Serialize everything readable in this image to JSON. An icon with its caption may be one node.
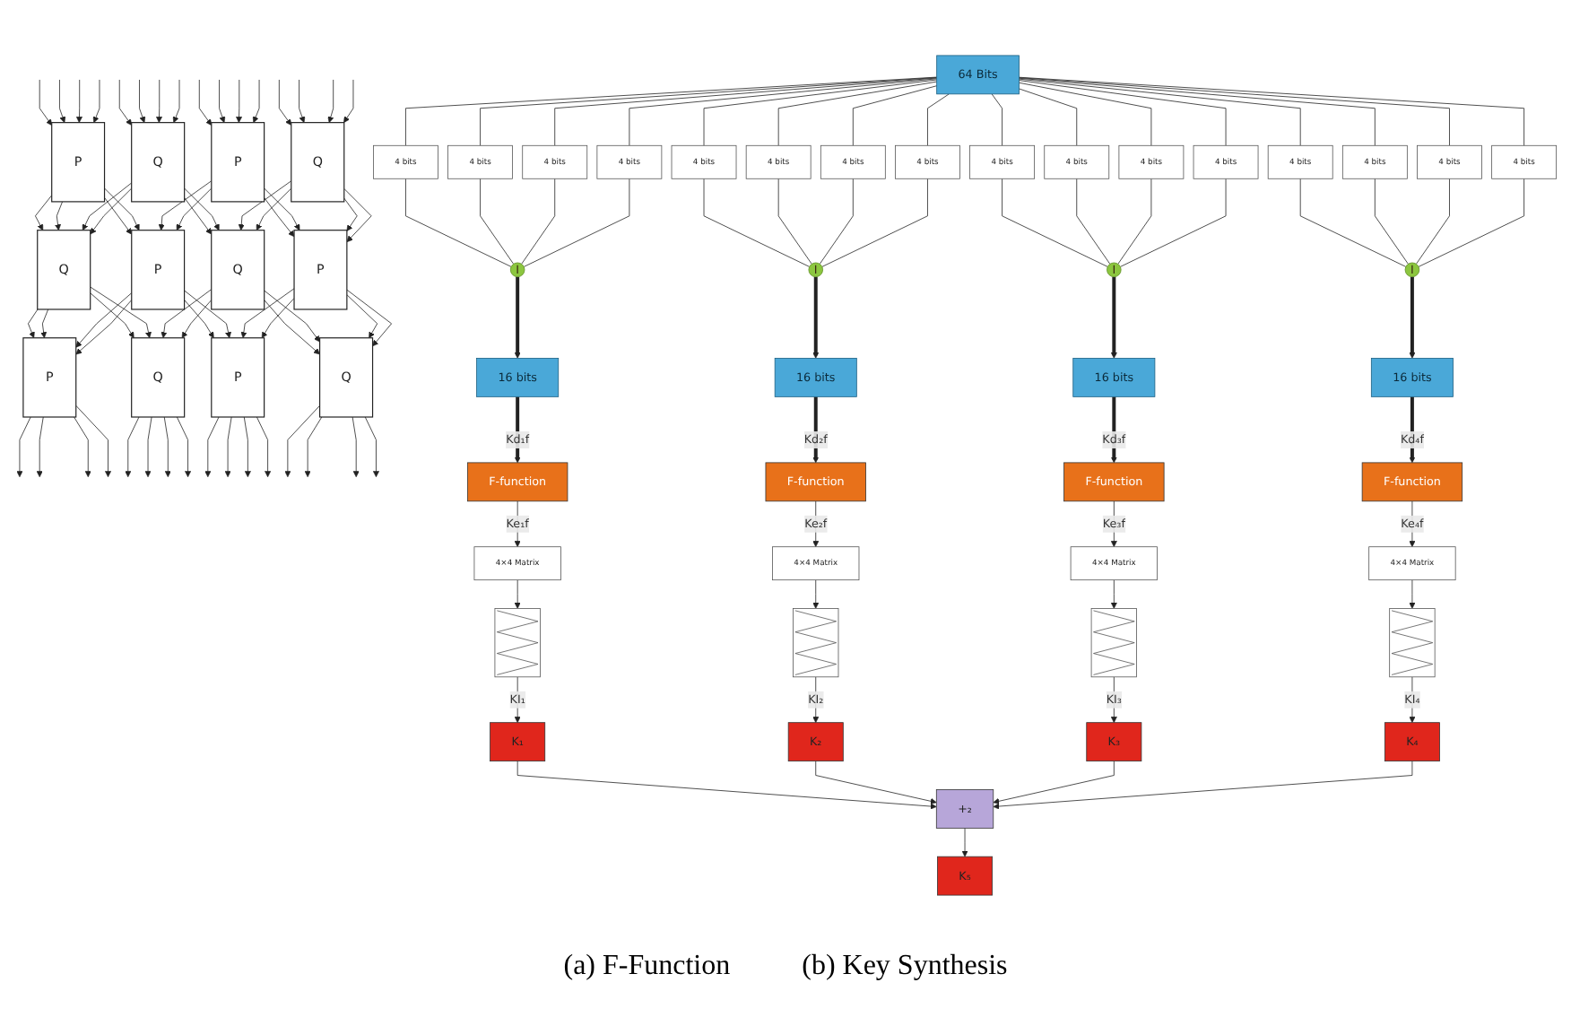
{
  "diagram": {
    "nodes": [
      {
        "text": [
          "P"
        ]
      },
      {
        "text": [
          "Q"
        ]
      },
      {
        "text": [
          "P"
        ]
      },
      {
        "text": [
          "Q"
        ]
      },
      {
        "text": [
          "Q"
        ]
      },
      {
        "text": [
          "P"
        ]
      },
      {
        "text": [
          "Q"
        ]
      },
      {
        "text": [
          "P"
        ]
      },
      {
        "text": [
          "P"
        ]
      },
      {
        "text": [
          "Q"
        ]
      },
      {
        "text": [
          "P"
        ]
      },
      {
        "text": [
          "Q"
        ]
      },
      {
        "text": [
          "64 Bits"
        ]
      },
      {
        "text": [
          "4 bits"
        ]
      },
      {
        "text": [
          "4 bits"
        ]
      },
      {
        "text": [
          "4 bits"
        ]
      },
      {
        "text": [
          "4 bits"
        ]
      },
      {
        "text": [
          "4 bits"
        ]
      },
      {
        "text": [
          "4 bits"
        ]
      },
      {
        "text": [
          "4 bits"
        ]
      },
      {
        "text": [
          "4 bits"
        ]
      },
      {
        "text": [
          "4 bits"
        ]
      },
      {
        "text": [
          "4 bits"
        ]
      },
      {
        "text": [
          "4 bits"
        ]
      },
      {
        "text": [
          "4 bits"
        ]
      },
      {
        "text": [
          "4 bits"
        ]
      },
      {
        "text": [
          "4 bits"
        ]
      },
      {
        "text": [
          "4 bits"
        ]
      },
      {
        "text": [
          "4 bits"
        ]
      },
      {
        "text": [
          "I"
        ]
      },
      {
        "text": [
          "I"
        ]
      },
      {
        "text": [
          "I"
        ]
      },
      {
        "text": [
          "I"
        ]
      },
      {
        "text": [
          "16 bits"
        ]
      },
      {
        "text": [
          "16 bits"
        ]
      },
      {
        "text": [
          "16 bits"
        ]
      },
      {
        "text": [
          "16 bits"
        ]
      },
      {
        "text": [
          "F-function"
        ]
      },
      {
        "text": [
          "F-function"
        ]
      },
      {
        "text": [
          "F-function"
        ]
      },
      {
        "text": [
          "F-function"
        ]
      },
      {
        "text": [
          "4×4 Matrix"
        ]
      },
      {
        "text": [
          "4×4 Matrix"
        ]
      },
      {
        "text": [
          "4×4 Matrix"
        ]
      },
      {
        "text": [
          "4×4 Matrix"
        ]
      },
      {
        "text": [],
        "shape": "picture"
      },
      {
        "text": [],
        "shape": "picture"
      },
      {
        "text": [],
        "shape": "picture"
      },
      {
        "text": [],
        "shape": "picture"
      },
      {
        "text": [
          "K₁"
        ]
      },
      {
        "text": [
          "K₂"
        ]
      },
      {
        "text": [
          "K₃"
        ]
      },
      {
        "text": [
          "K₄"
        ]
      },
      {
        "text": [
          "+₂"
        ]
      },
      {
        "text": [
          "K₅"
        ]
      }
    ],
    "edges": [
      {
        "from": null,
        "to": 0,
        "arrow": "to"
      },
      {
        "from": null,
        "to": 0,
        "arrow": "to"
      },
      {
        "from": null,
        "to": 0,
        "arrow": "to"
      },
      {
        "from": null,
        "to": 0,
        "arrow": "to"
      },
      {
        "from": null,
        "to": 1,
        "arrow": "to"
      },
      {
        "from": null,
        "to": 1,
        "arrow": "to"
      },
      {
        "from": null,
        "to": 1,
        "arrow": "to"
      },
      {
        "from": null,
        "to": 1,
        "arrow": "to"
      },
      {
        "from": null,
        "to": 2,
        "arrow": "to"
      },
      {
        "from": null,
        "to": 2,
        "arrow": "to"
      },
      {
        "from": null,
        "to": 2,
        "arrow": "to"
      },
      {
        "from": null,
        "to": 2,
        "arrow": "to"
      },
      {
        "from": null,
        "to": 3,
        "arrow": "to"
      },
      {
        "from": null,
        "to": 3,
        "arrow": "to"
      },
      {
        "from": null,
        "to": 3,
        "arrow": "to"
      },
      {
        "from": null,
        "to": 3,
        "arrow": "to"
      },
      {
        "from": 0,
        "to": 4,
        "arrow": "to"
      },
      {
        "from": 0,
        "to": 4,
        "arrow": "to"
      },
      {
        "from": 0,
        "to": 5,
        "arrow": "to"
      },
      {
        "from": 0,
        "to": 5,
        "arrow": "to"
      },
      {
        "from": 1,
        "to": 4,
        "arrow": "to"
      },
      {
        "from": 1,
        "to": 4,
        "arrow": "to"
      },
      {
        "from": 1,
        "to": 6,
        "arrow": "to"
      },
      {
        "from": 1,
        "to": 6,
        "arrow": "to"
      },
      {
        "from": 2,
        "to": 5,
        "arrow": "to"
      },
      {
        "from": 2,
        "to": 5,
        "arrow": "to"
      },
      {
        "from": 2,
        "to": 7,
        "arrow": "to"
      },
      {
        "from": 2,
        "to": 7,
        "arrow": "to"
      },
      {
        "from": 3,
        "to": 6,
        "arrow": "to"
      },
      {
        "from": 3,
        "to": 6,
        "arrow": "to"
      },
      {
        "from": 3,
        "to": 7,
        "arrow": "to"
      },
      {
        "from": 3,
        "to": 7,
        "arrow": "to"
      },
      {
        "from": 4,
        "to": 8,
        "arrow": "to"
      },
      {
        "from": 4,
        "to": 8,
        "arrow": "to"
      },
      {
        "from": 4,
        "to": 9,
        "arrow": "to"
      },
      {
        "from": 4,
        "to": 9,
        "arrow": "to"
      },
      {
        "from": 5,
        "to": 8,
        "arrow": "to"
      },
      {
        "from": 5,
        "to": 8,
        "arrow": "to"
      },
      {
        "from": 5,
        "to": 10,
        "arrow": "to"
      },
      {
        "from": 5,
        "to": 10,
        "arrow": "to"
      },
      {
        "from": 6,
        "to": 9,
        "arrow": "to"
      },
      {
        "from": 6,
        "to": 9,
        "arrow": "to"
      },
      {
        "from": 6,
        "to": 11,
        "arrow": "to"
      },
      {
        "from": 6,
        "to": 11,
        "arrow": "to"
      },
      {
        "from": 7,
        "to": 10,
        "arrow": "to"
      },
      {
        "from": 7,
        "to": 10,
        "arrow": "to"
      },
      {
        "from": 7,
        "to": 11,
        "arrow": "to"
      },
      {
        "from": 7,
        "to": 11,
        "arrow": "to"
      },
      {
        "from": 8,
        "to": null,
        "arrow": "to"
      },
      {
        "from": 8,
        "to": null,
        "arrow": "to"
      },
      {
        "from": 8,
        "to": null,
        "arrow": "to"
      },
      {
        "from": 8,
        "to": null,
        "arrow": "to"
      },
      {
        "from": 9,
        "to": null,
        "arrow": "to"
      },
      {
        "from": 9,
        "to": null,
        "arrow": "to"
      },
      {
        "from": 9,
        "to": null,
        "arrow": "to"
      },
      {
        "from": 9,
        "to": null,
        "arrow": "to"
      },
      {
        "from": 10,
        "to": null,
        "arrow": "to"
      },
      {
        "from": 10,
        "to": null,
        "arrow": "to"
      },
      {
        "from": 10,
        "to": null,
        "arrow": "to"
      },
      {
        "from": 10,
        "to": null,
        "arrow": "to"
      },
      {
        "from": 11,
        "to": null,
        "arrow": "to"
      },
      {
        "from": 11,
        "to": null,
        "arrow": "to"
      },
      {
        "from": 11,
        "to": null,
        "arrow": "to"
      },
      {
        "from": 11,
        "to": null,
        "arrow": "to"
      },
      {
        "from": 12,
        "to": 13,
        "arrow": "none"
      },
      {
        "from": 12,
        "to": 14,
        "arrow": "none"
      },
      {
        "from": 12,
        "to": 15,
        "arrow": "none"
      },
      {
        "from": 12,
        "to": 16,
        "arrow": "none"
      },
      {
        "from": 12,
        "to": 17,
        "arrow": "none"
      },
      {
        "from": 12,
        "to": 18,
        "arrow": "none"
      },
      {
        "from": 12,
        "to": 19,
        "arrow": "none"
      },
      {
        "from": 12,
        "to": 20,
        "arrow": "none"
      },
      {
        "from": 12,
        "to": 21,
        "arrow": "none"
      },
      {
        "from": 12,
        "to": 22,
        "arrow": "none"
      },
      {
        "from": 12,
        "to": 23,
        "arrow": "none"
      },
      {
        "from": 12,
        "to": 24,
        "arrow": "none"
      },
      {
        "from": 12,
        "to": 25,
        "arrow": "none"
      },
      {
        "from": 12,
        "to": 26,
        "arrow": "none"
      },
      {
        "from": 12,
        "to": 27,
        "arrow": "none"
      },
      {
        "from": 12,
        "to": 28,
        "arrow": "none"
      },
      {
        "from": 13,
        "to": 29,
        "arrow": "none"
      },
      {
        "from": 14,
        "to": 30,
        "arrow": "none"
      },
      {
        "from": 15,
        "to": 31,
        "arrow": "none"
      },
      {
        "from": 16,
        "to": 32,
        "arrow": "none"
      },
      {
        "from": 17,
        "to": 29,
        "arrow": "none"
      },
      {
        "from": 18,
        "to": 30,
        "arrow": "none"
      },
      {
        "from": 19,
        "to": 31,
        "arrow": "none"
      },
      {
        "from": 20,
        "to": 32,
        "arrow": "none"
      },
      {
        "from": 21,
        "to": 29,
        "arrow": "none"
      },
      {
        "from": 22,
        "to": 30,
        "arrow": "none"
      },
      {
        "from": 23,
        "to": 31,
        "arrow": "none"
      },
      {
        "from": 24,
        "to": 32,
        "arrow": "none"
      },
      {
        "from": 25,
        "to": 29,
        "arrow": "none"
      },
      {
        "from": 26,
        "to": 30,
        "arrow": "none"
      },
      {
        "from": 27,
        "to": 31,
        "arrow": "none"
      },
      {
        "from": 28,
        "to": 32,
        "arrow": "none"
      },
      {
        "from": 29,
        "to": 33,
        "arrow": "to",
        "style": "thick"
      },
      {
        "from": 30,
        "to": 34,
        "arrow": "to",
        "style": "thick"
      },
      {
        "from": 31,
        "to": 35,
        "arrow": "to",
        "style": "thick"
      },
      {
        "from": 32,
        "to": 36,
        "arrow": "to",
        "style": "thick"
      },
      {
        "from": 33,
        "to": 37,
        "arrow": "to",
        "label": "Kd₁f",
        "style": "thick"
      },
      {
        "from": 34,
        "to": 38,
        "arrow": "to",
        "label": "Kd₂f",
        "style": "thick"
      },
      {
        "from": 35,
        "to": 39,
        "arrow": "to",
        "label": "Kd₃f",
        "style": "thick"
      },
      {
        "from": 36,
        "to": 40,
        "arrow": "to",
        "label": "Kd₄f",
        "style": "thick"
      },
      {
        "from": 37,
        "to": 41,
        "arrow": "to",
        "label": "Ke₁f"
      },
      {
        "from": 38,
        "to": 42,
        "arrow": "to",
        "label": "Ke₂f"
      },
      {
        "from": 39,
        "to": 43,
        "arrow": "to",
        "label": "Ke₃f"
      },
      {
        "from": 40,
        "to": 44,
        "arrow": "to",
        "label": "Ke₄f"
      },
      {
        "from": 41,
        "to": 45,
        "arrow": "to"
      },
      {
        "from": 42,
        "to": 46,
        "arrow": "to"
      },
      {
        "from": 43,
        "to": 47,
        "arrow": "to"
      },
      {
        "from": 44,
        "to": 48,
        "arrow": "to"
      },
      {
        "from": 45,
        "to": 49,
        "arrow": "to",
        "label": "KI₁"
      },
      {
        "from": 46,
        "to": 50,
        "arrow": "to",
        "label": "KI₂"
      },
      {
        "from": 47,
        "to": 51,
        "arrow": "to",
        "label": "KI₃"
      },
      {
        "from": 48,
        "to": 52,
        "arrow": "to",
        "label": "KI₄"
      },
      {
        "from": 49,
        "to": 53,
        "arrow": "to"
      },
      {
        "from": 50,
        "to": 53,
        "arrow": "to"
      },
      {
        "from": 51,
        "to": 53,
        "arrow": "to"
      },
      {
        "from": 52,
        "to": 53,
        "arrow": "to"
      },
      {
        "from": 53,
        "to": 54,
        "arrow": "to"
      }
    ],
    "labels": [
      "(a) F-Function",
      "(b) Key Synthesis"
    ]
  }
}
